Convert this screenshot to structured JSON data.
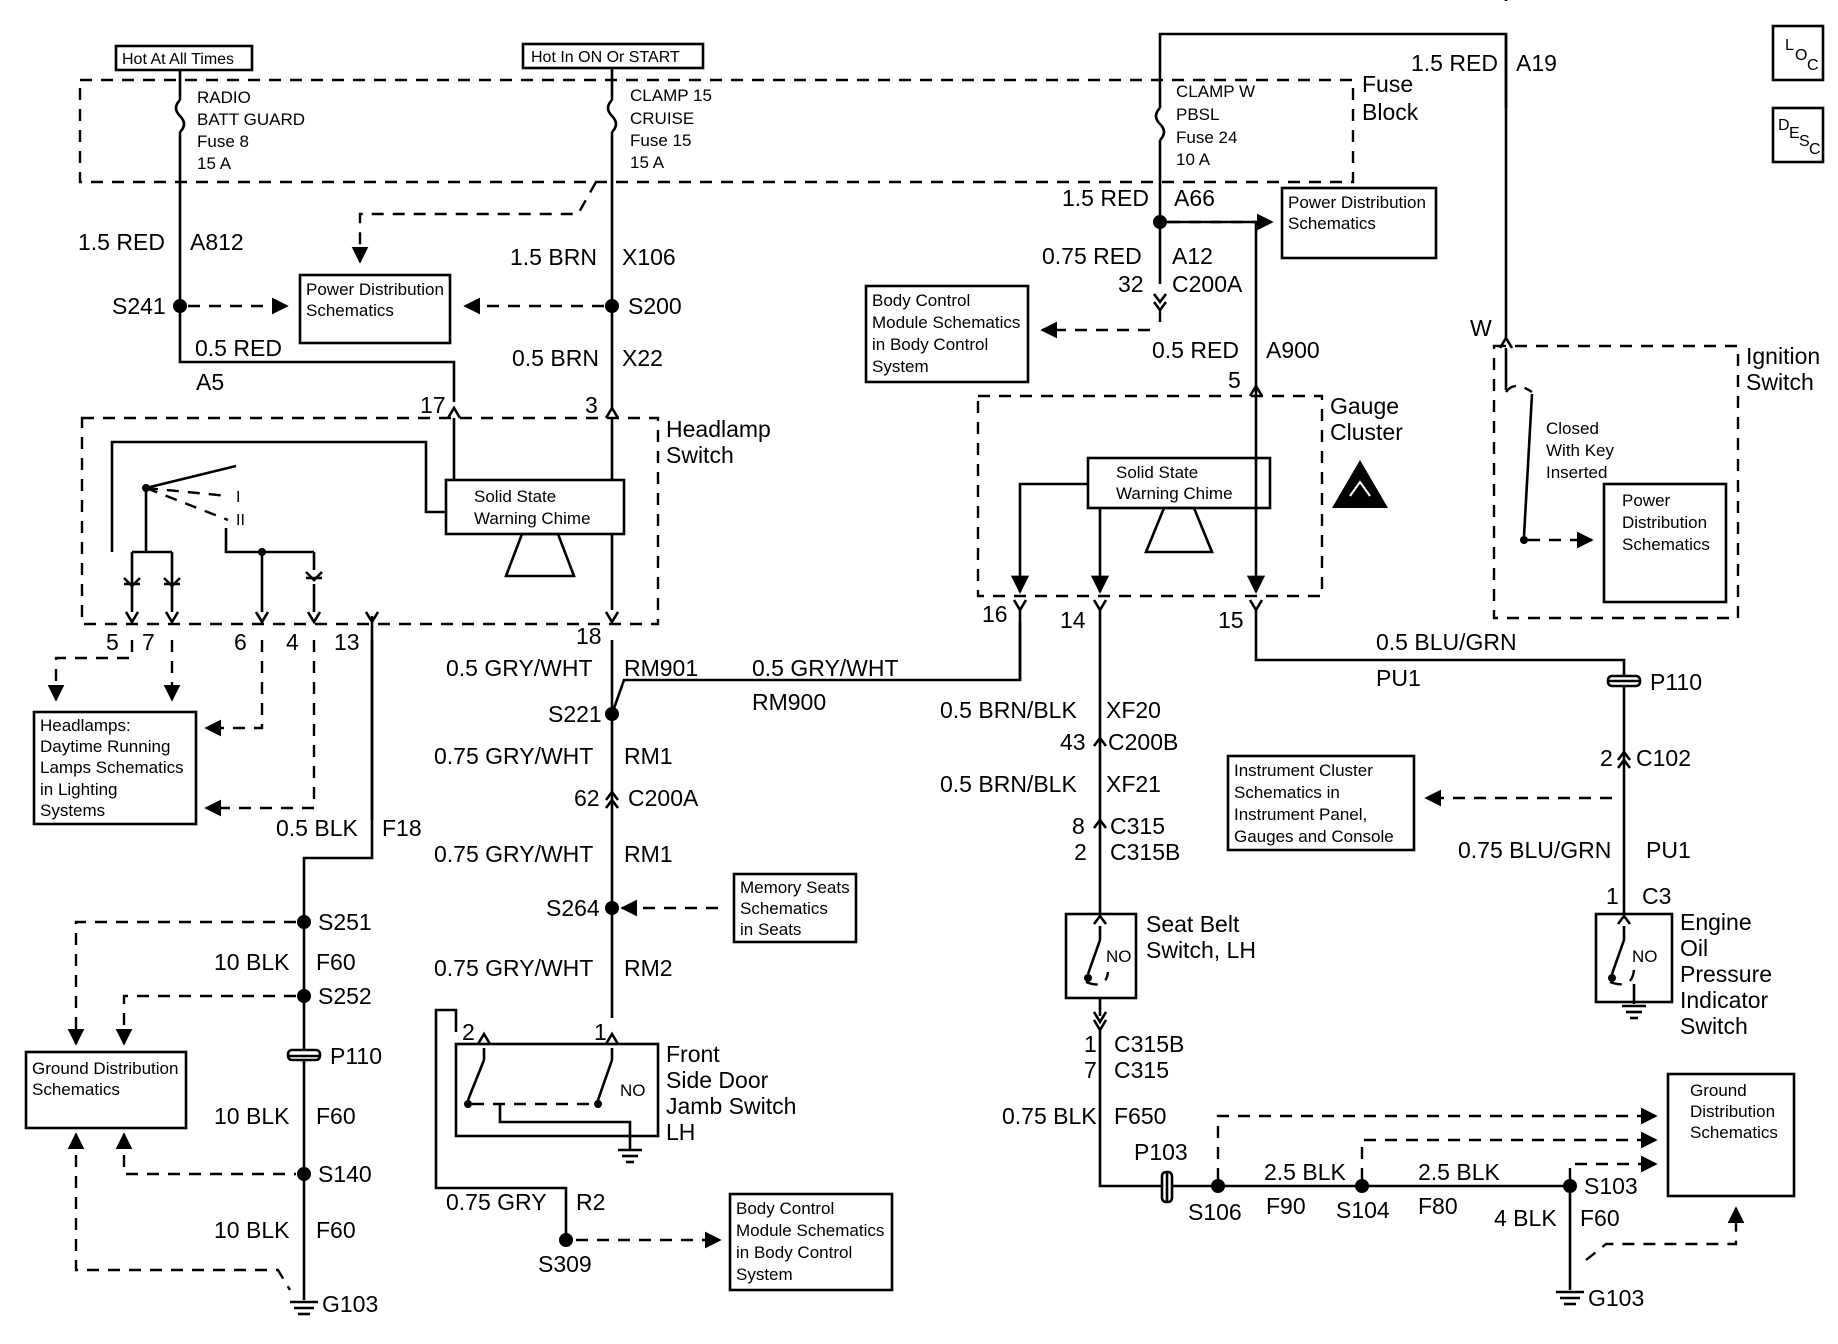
{
  "header": {
    "hot_at_all_times": "Hot At All Times",
    "hot_in_on_or_start": "Hot In ON Or START",
    "loc_icon": "LOC",
    "desc_icon": "DESC"
  },
  "fuse_block": {
    "label_line1": "Fuse",
    "label_line2": "Block",
    "fuse8": [
      "RADIO",
      "BATT GUARD",
      "Fuse 8",
      "15 A"
    ],
    "fuse15": [
      "CLAMP 15",
      "CRUISE",
      "Fuse 15",
      "15 A"
    ],
    "fuse24": [
      "CLAMP W",
      "PBSL",
      "Fuse 24",
      "10 A"
    ]
  },
  "wires": {
    "a812_gauge": "1.5 RED",
    "a812_circuit": "A812",
    "x106_gauge": "1.5 BRN",
    "x106_circuit": "X106",
    "s241": "S241",
    "s200": "S200",
    "a5_gauge": "0.5 RED",
    "a5_circuit": "A5",
    "x22_gauge": "0.5 BRN",
    "x22_circuit": "X22",
    "a19_gauge": "1.5 RED",
    "a19_circuit": "A19",
    "a66_gauge": "1.5 RED",
    "a66_circuit": "A66",
    "a12_gauge": "0.75 RED",
    "a12_circuit": "A12",
    "c200a_pin32": "32",
    "c200a_label": "C200A",
    "a900_gauge": "0.5 RED",
    "a900_circuit": "A900",
    "gauge_pin5": "5",
    "ign_w": "W",
    "rm901_gauge": "0.5 GRY/WHT",
    "rm901_circuit": "RM901",
    "rm900_gauge": "0.5 GRY/WHT",
    "rm900_circuit": "RM900",
    "s221": "S221",
    "rm1_gauge_a": "0.75 GRY/WHT",
    "rm1_circuit_a": "RM1",
    "c200a_pin62": "62",
    "c200a_label2": "C200A",
    "rm1_gauge_b": "0.75 GRY/WHT",
    "rm1_circuit_b": "RM1",
    "s264": "S264",
    "rm2_gauge": "0.75 GRY/WHT",
    "rm2_circuit": "RM2",
    "r2_gauge": "0.75 GRY",
    "r2_circuit": "R2",
    "s309": "S309",
    "f18_gauge": "0.5 BLK",
    "f18_circuit": "F18",
    "s251": "S251",
    "f60_gauge_a": "10 BLK",
    "f60_circuit_a": "F60",
    "s252": "S252",
    "p110_left": "P110",
    "f60_gauge_b": "10 BLK",
    "f60_circuit_b": "F60",
    "s140": "S140",
    "f60_gauge_c": "10 BLK",
    "f60_circuit_c": "F60",
    "g103_left": "G103",
    "xf20_gauge": "0.5 BRN/BLK",
    "xf20_circuit": "XF20",
    "c200b_pin": "43",
    "c200b_label": "C200B",
    "xf21_gauge": "0.5 BRN/BLK",
    "xf21_circuit": "XF21",
    "c315_pin8": "8",
    "c315_label": "C315",
    "c315b_pin2": "2",
    "c315b_label": "C315B",
    "c315b_pin1": "1",
    "c315b_label2": "C315B",
    "c315_pin7": "7",
    "c315_label2": "C315",
    "f650_gauge": "0.75 BLK",
    "f650_circuit": "F650",
    "p103": "P103",
    "s106": "S106",
    "f90_gauge": "2.5 BLK",
    "f90_circuit": "F90",
    "s104": "S104",
    "f80_gauge": "2.5 BLK",
    "f80_circuit": "F80",
    "s103": "S103",
    "f60_gauge_d": "4 BLK",
    "f60_circuit_d": "F60",
    "g103_right": "G103",
    "pu1_gauge_a": "0.5 BLU/GRN",
    "pu1_circuit_a": "PU1",
    "p110_right": "P110",
    "c102_pin": "2",
    "c102_label": "C102",
    "pu1_gauge_b": "0.75 BLU/GRN",
    "pu1_circuit_b": "PU1",
    "c3_pin": "1",
    "c3_label": "C3"
  },
  "headlamp_switch": {
    "label_line1": "Headlamp",
    "label_line2": "Switch",
    "chime_line1": "Solid State",
    "chime_line2": "Warning Chime",
    "pin17": "17",
    "pin3": "3",
    "pin18": "18",
    "pin5": "5",
    "pin7": "7",
    "pin6": "6",
    "pin4": "4",
    "pin13": "13",
    "pos_i": "I",
    "pos_ii": "II"
  },
  "gauge_cluster": {
    "label_line1": "Gauge",
    "label_line2": "Cluster",
    "chime_line1": "Solid State",
    "chime_line2": "Warning Chime",
    "pin16": "16",
    "pin14": "14",
    "pin15": "15"
  },
  "ignition_switch": {
    "label_line1": "Ignition",
    "label_line2": "Switch",
    "closed_line1": "Closed",
    "closed_line2": "With Key",
    "closed_line3": "Inserted",
    "pds": [
      "Power",
      "Distribution",
      "Schematics"
    ]
  },
  "refs": {
    "power_dist_left": [
      "Power Distribution",
      "Schematics"
    ],
    "power_dist_right": [
      "Power Distribution",
      "Schematics"
    ],
    "bcm_top": [
      "Body Control",
      "Module Schematics",
      "in Body Control",
      "System"
    ],
    "headlamps": [
      "Headlamps:",
      "Daytime Running",
      "Lamps Schematics",
      "in Lighting",
      "Systems"
    ],
    "ground_left": [
      "Ground Distribution",
      "Schematics"
    ],
    "memory_seats": [
      "Memory Seats",
      "Schematics",
      "in Seats"
    ],
    "bcm_bottom": [
      "Body Control",
      "Module Schematics",
      "in Body Control",
      "System"
    ],
    "instrument_cluster": [
      "Instrument Cluster",
      "Schematics in",
      "Instrument Panel,",
      "Gauges and Console"
    ],
    "ground_right": [
      "Ground",
      "Distribution",
      "Schematics"
    ]
  },
  "components": {
    "door_switch": [
      "Front",
      "Side Door",
      "Jamb Switch",
      "LH"
    ],
    "door_pin2": "2",
    "door_pin1": "1",
    "door_no": "NO",
    "seat_belt": [
      "Seat Belt",
      "Switch, LH"
    ],
    "seat_no": "NO",
    "oil_switch": [
      "Engine",
      "Oil",
      "Pressure",
      "Indicator",
      "Switch"
    ],
    "oil_no": "NO"
  }
}
